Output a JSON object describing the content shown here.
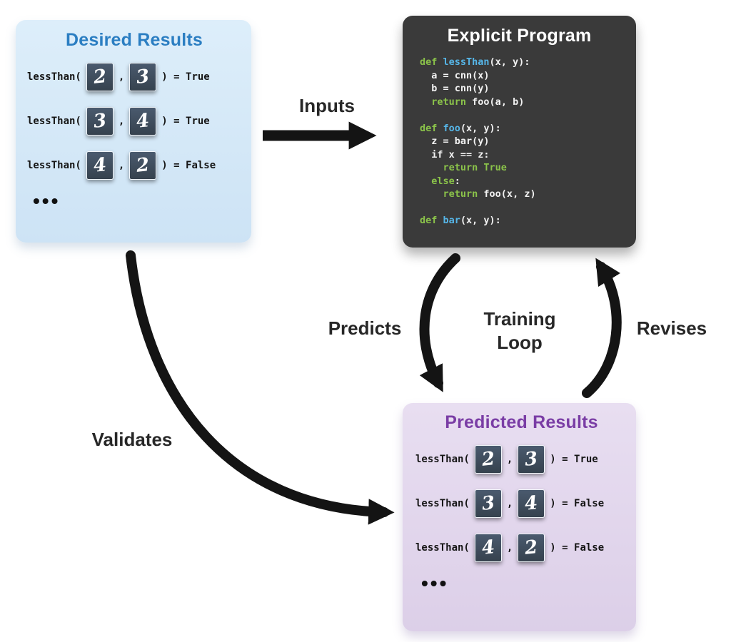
{
  "colors": {
    "desired_title": "#2b7ec2",
    "predicted_title": "#7a3da5",
    "desired_bg": "#ddeefa",
    "predicted_bg": "#e8def1",
    "program_bg": "#3a3a3a",
    "code_keyword": "#8bc34a",
    "code_function": "#56b6e8",
    "code_plain": "#f2f2f2",
    "arrow": "#141414",
    "digit_color": "#ffffff"
  },
  "desired": {
    "title": "Desired Results",
    "rows": [
      {
        "fn": "lessThan(",
        "digit1": "2",
        "comma": ",",
        "digit2": "3",
        "result": ") = True"
      },
      {
        "fn": "lessThan(",
        "digit1": "3",
        "comma": ",",
        "digit2": "4",
        "result": ") = True"
      },
      {
        "fn": "lessThan(",
        "digit1": "4",
        "comma": ",",
        "digit2": "2",
        "result": ") = False"
      }
    ],
    "ellipsis": "•••"
  },
  "program": {
    "title": "Explicit Program",
    "code": [
      [
        {
          "t": "def ",
          "c": "kw"
        },
        {
          "t": "lessThan",
          "c": "fn"
        },
        {
          "t": "(x, y):",
          "c": "pl"
        }
      ],
      [
        {
          "t": "  a = cnn(x)",
          "c": "pl"
        }
      ],
      [
        {
          "t": "  b = cnn(y)",
          "c": "pl"
        }
      ],
      [
        {
          "t": "  ",
          "c": "pl"
        },
        {
          "t": "return",
          "c": "kw"
        },
        {
          "t": " foo(a, b)",
          "c": "pl"
        }
      ],
      [],
      [
        {
          "t": "def ",
          "c": "kw"
        },
        {
          "t": "foo",
          "c": "fn"
        },
        {
          "t": "(x, y):",
          "c": "pl"
        }
      ],
      [
        {
          "t": "  z = bar(y)",
          "c": "pl"
        }
      ],
      [
        {
          "t": "  if x == z:",
          "c": "pl"
        }
      ],
      [
        {
          "t": "    ",
          "c": "pl"
        },
        {
          "t": "return True",
          "c": "kw"
        }
      ],
      [
        {
          "t": "  ",
          "c": "pl"
        },
        {
          "t": "else",
          "c": "kw"
        },
        {
          "t": ":",
          "c": "pl"
        }
      ],
      [
        {
          "t": "    ",
          "c": "pl"
        },
        {
          "t": "return",
          "c": "kw"
        },
        {
          "t": " foo(x, z)",
          "c": "pl"
        }
      ],
      [],
      [
        {
          "t": "def ",
          "c": "kw"
        },
        {
          "t": "bar",
          "c": "fn"
        },
        {
          "t": "(x, y):",
          "c": "pl"
        }
      ]
    ]
  },
  "predicted": {
    "title": "Predicted Results",
    "rows": [
      {
        "fn": "lessThan(",
        "digit1": "2",
        "comma": ",",
        "digit2": "3",
        "result": ") = True"
      },
      {
        "fn": "lessThan(",
        "digit1": "3",
        "comma": ",",
        "digit2": "4",
        "result": ") = False"
      },
      {
        "fn": "lessThan(",
        "digit1": "4",
        "comma": ",",
        "digit2": "2",
        "result": ") = False"
      }
    ],
    "ellipsis": "•••"
  },
  "labels": {
    "inputs": "Inputs",
    "predicts": "Predicts",
    "training_loop_line1": "Training",
    "training_loop_line2": "Loop",
    "revises": "Revises",
    "validates": "Validates"
  }
}
